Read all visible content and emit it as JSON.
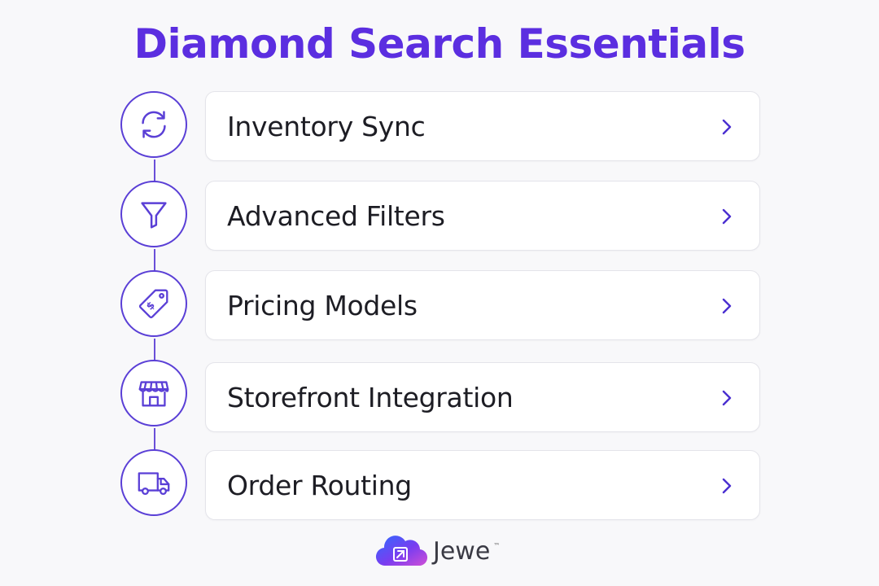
{
  "title": "Diamond Search Essentials",
  "accent_color": "#5b2ee0",
  "items": [
    {
      "label": "Inventory Sync",
      "icon": "sync-icon"
    },
    {
      "label": "Advanced Filters",
      "icon": "filter-icon"
    },
    {
      "label": "Pricing Models",
      "icon": "price-tag-icon"
    },
    {
      "label": "Storefront Integration",
      "icon": "storefront-icon"
    },
    {
      "label": "Order Routing",
      "icon": "truck-icon"
    }
  ],
  "brand": {
    "name": "Jewe",
    "trademark": "™"
  }
}
